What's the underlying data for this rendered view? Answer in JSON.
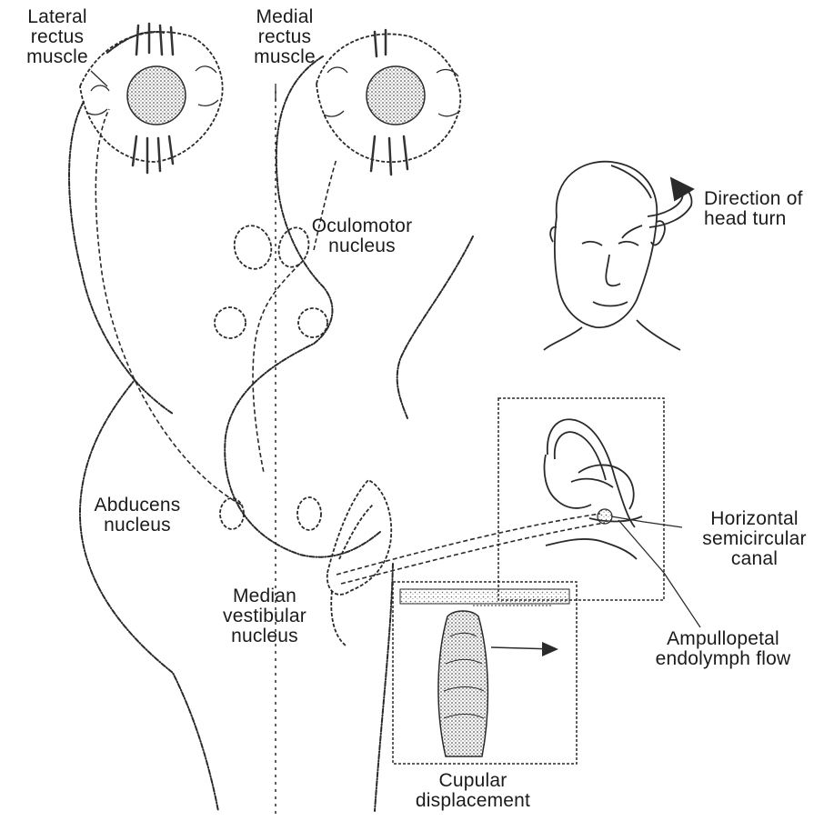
{
  "labels": {
    "lateral_rectus": "Lateral\nrectus\nmuscle",
    "medial_rectus": "Medial\nrectus\nmuscle",
    "oculomotor": "Oculomotor\nnucleus",
    "direction": "Direction of\nhead turn",
    "abducens": "Abducens\nnucleus",
    "horizontal_canal": "Horizontal\nsemicircular\ncanal",
    "median_vestibular": "Median\nvestibular\nnucleus",
    "ampullopetal": "Ampullopetal\nendolymph flow",
    "cupular": "Cupular\ndisplacement"
  },
  "colors": {
    "ink": "#2a2a2a",
    "stipple": "#8a8a8a",
    "background": "#ffffff"
  }
}
